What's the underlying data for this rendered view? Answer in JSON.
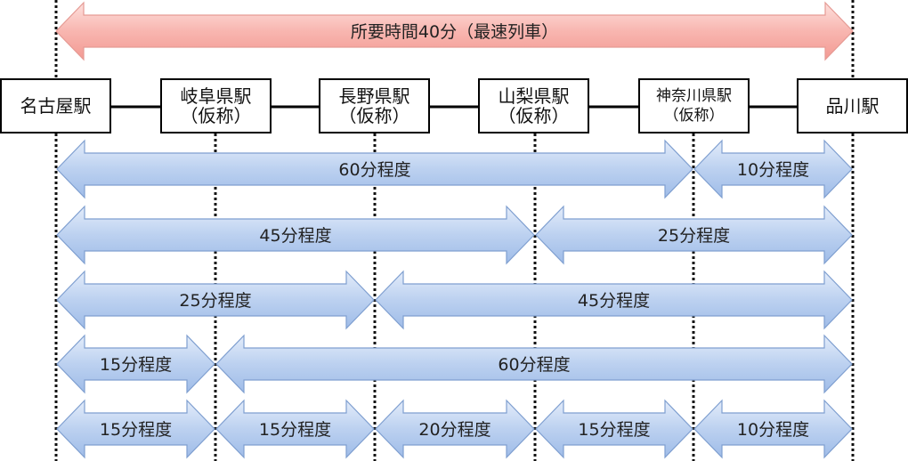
{
  "stations": [
    {
      "name": "名古屋駅",
      "sub": ""
    },
    {
      "name": "岐阜県駅",
      "sub": "（仮称）"
    },
    {
      "name": "長野県駅",
      "sub": "（仮称）"
    },
    {
      "name": "山梨県駅",
      "sub": "（仮称）"
    },
    {
      "name": "神奈川県駅",
      "sub": "（仮称）"
    },
    {
      "name": "品川駅",
      "sub": ""
    }
  ],
  "express": {
    "from": 0,
    "to": 5,
    "label": "所要時間40分（最速列車）",
    "color": "#f4a6a0"
  },
  "segment_color": "#a9c4ea",
  "rows": [
    [
      {
        "from": 0,
        "to": 4,
        "label": "60分程度"
      },
      {
        "from": 4,
        "to": 5,
        "label": "10分程度"
      }
    ],
    [
      {
        "from": 0,
        "to": 3,
        "label": "45分程度"
      },
      {
        "from": 3,
        "to": 5,
        "label": "25分程度"
      }
    ],
    [
      {
        "from": 0,
        "to": 2,
        "label": "25分程度"
      },
      {
        "from": 2,
        "to": 5,
        "label": "45分程度"
      }
    ],
    [
      {
        "from": 0,
        "to": 1,
        "label": "15分程度"
      },
      {
        "from": 1,
        "to": 5,
        "label": "60分程度"
      }
    ],
    [
      {
        "from": 0,
        "to": 1,
        "label": "15分程度"
      },
      {
        "from": 1,
        "to": 2,
        "label": "15分程度"
      },
      {
        "from": 2,
        "to": 3,
        "label": "20分程度"
      },
      {
        "from": 3,
        "to": 4,
        "label": "15分程度"
      },
      {
        "from": 4,
        "to": 5,
        "label": "10分程度"
      }
    ]
  ]
}
